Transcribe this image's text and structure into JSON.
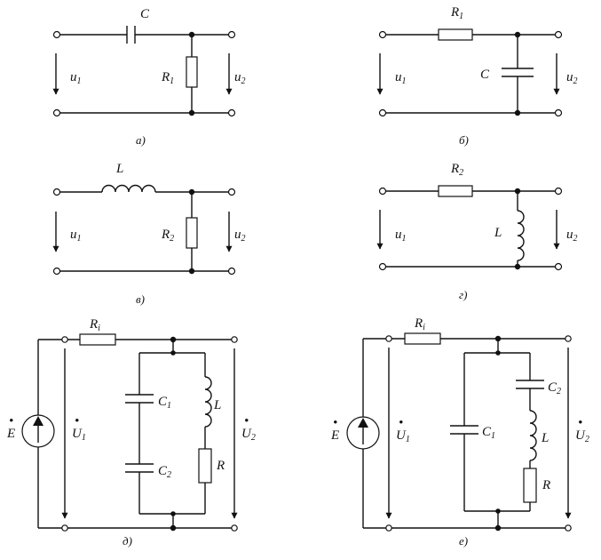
{
  "circuits": {
    "a": {
      "caption": "а)",
      "labels": {
        "c": "C",
        "r": "R",
        "r_sub": "1",
        "u_in": "u",
        "u_in_sub": "1",
        "u_out": "u",
        "u_out_sub": "2"
      }
    },
    "b": {
      "caption": "б)",
      "labels": {
        "r": "R",
        "r_sub": "1",
        "c": "C",
        "u_in": "u",
        "u_in_sub": "1",
        "u_out": "u",
        "u_out_sub": "2"
      }
    },
    "v": {
      "caption": "в)",
      "labels": {
        "l": "L",
        "r": "R",
        "r_sub": "2",
        "u_in": "u",
        "u_in_sub": "1",
        "u_out": "u",
        "u_out_sub": "2"
      }
    },
    "g": {
      "caption": "г)",
      "labels": {
        "r": "R",
        "r_sub": "2",
        "l": "L",
        "u_in": "u",
        "u_in_sub": "1",
        "u_out": "u",
        "u_out_sub": "2"
      }
    },
    "d": {
      "caption": "д)",
      "labels": {
        "ri": "R",
        "ri_sub": "i",
        "e": "E",
        "u1": "U",
        "u1_sub": "1",
        "u2": "U",
        "u2_sub": "2",
        "c1": "C",
        "c1_sub": "1",
        "c2": "C",
        "c2_sub": "2",
        "l": "L",
        "r": "R"
      }
    },
    "e": {
      "caption": "е)",
      "labels": {
        "ri": "R",
        "ri_sub": "i",
        "e": "E",
        "u1": "U",
        "u1_sub": "1",
        "u2": "U",
        "u2_sub": "2",
        "c1": "C",
        "c1_sub": "1",
        "c2": "C",
        "c2_sub": "2",
        "l": "L",
        "r": "R"
      }
    }
  }
}
